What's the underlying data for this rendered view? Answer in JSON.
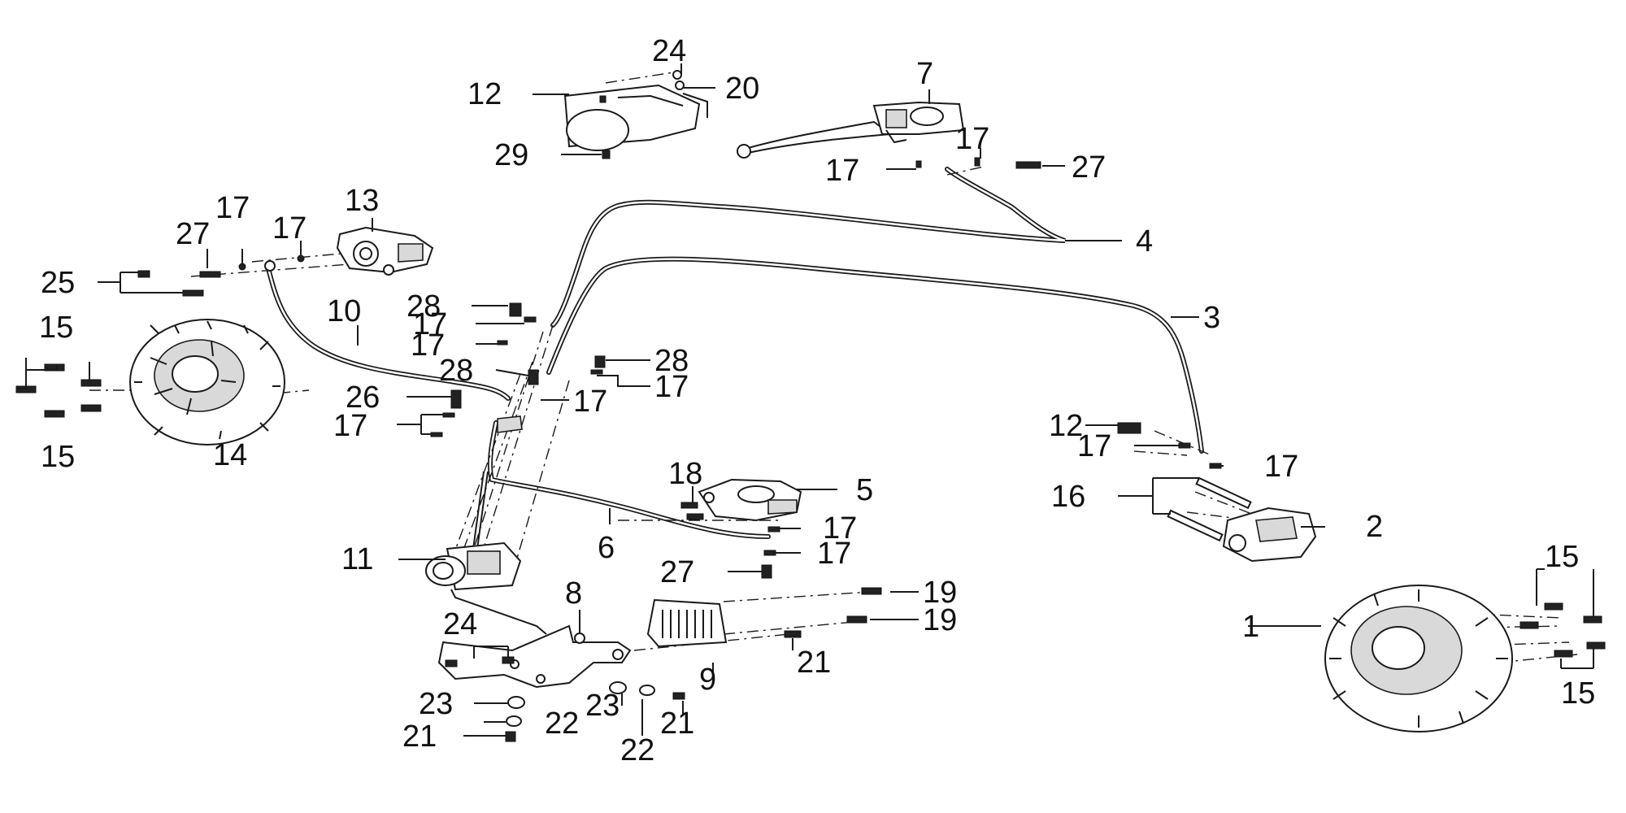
{
  "labels": [
    {
      "id": "l24a",
      "text": "24"
    },
    {
      "id": "l20",
      "text": "20"
    },
    {
      "id": "l12a",
      "text": "12"
    },
    {
      "id": "l29",
      "text": "29"
    },
    {
      "id": "l7",
      "text": "7"
    },
    {
      "id": "l17a",
      "text": "17"
    },
    {
      "id": "l17b",
      "text": "17"
    },
    {
      "id": "l27a",
      "text": "27"
    },
    {
      "id": "l13",
      "text": "13"
    },
    {
      "id": "l17c",
      "text": "17"
    },
    {
      "id": "l17d",
      "text": "17"
    },
    {
      "id": "l27b",
      "text": "27"
    },
    {
      "id": "l25",
      "text": "25"
    },
    {
      "id": "l4",
      "text": "4"
    },
    {
      "id": "l3",
      "text": "3"
    },
    {
      "id": "l28a",
      "text": "28"
    },
    {
      "id": "l17e",
      "text": "17"
    },
    {
      "id": "l17f",
      "text": "17"
    },
    {
      "id": "l10",
      "text": "10"
    },
    {
      "id": "l15a",
      "text": "15"
    },
    {
      "id": "l28b",
      "text": "28"
    },
    {
      "id": "l28c",
      "text": "28"
    },
    {
      "id": "l17g",
      "text": "17"
    },
    {
      "id": "l26",
      "text": "26"
    },
    {
      "id": "l17h",
      "text": "17"
    },
    {
      "id": "l17i",
      "text": "17"
    },
    {
      "id": "l15b",
      "text": "15"
    },
    {
      "id": "l14",
      "text": "14"
    },
    {
      "id": "l12b",
      "text": "12"
    },
    {
      "id": "l17j",
      "text": "17"
    },
    {
      "id": "l17k",
      "text": "17"
    },
    {
      "id": "l16",
      "text": "16"
    },
    {
      "id": "l2",
      "text": "2"
    },
    {
      "id": "l18",
      "text": "18"
    },
    {
      "id": "l5",
      "text": "5"
    },
    {
      "id": "l17l",
      "text": "17"
    },
    {
      "id": "l6",
      "text": "6"
    },
    {
      "id": "l17m",
      "text": "17"
    },
    {
      "id": "l27c",
      "text": "27"
    },
    {
      "id": "l11",
      "text": "11"
    },
    {
      "id": "l15c",
      "text": "15"
    },
    {
      "id": "l19a",
      "text": "19"
    },
    {
      "id": "l8",
      "text": "8"
    },
    {
      "id": "l19b",
      "text": "19"
    },
    {
      "id": "l1",
      "text": "1"
    },
    {
      "id": "l24b",
      "text": "24"
    },
    {
      "id": "l21a",
      "text": "21"
    },
    {
      "id": "l9",
      "text": "9"
    },
    {
      "id": "l15d",
      "text": "15"
    },
    {
      "id": "l23a",
      "text": "23"
    },
    {
      "id": "l23b",
      "text": "23"
    },
    {
      "id": "l22a",
      "text": "22"
    },
    {
      "id": "l21b",
      "text": "21"
    },
    {
      "id": "l21c",
      "text": "21"
    },
    {
      "id": "l22b",
      "text": "22"
    }
  ]
}
